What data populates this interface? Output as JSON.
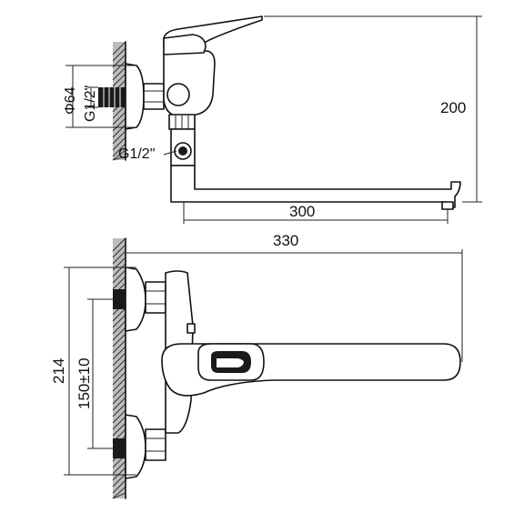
{
  "dimensions": {
    "height_total": "200",
    "spout_reach": "300",
    "overall_length": "330",
    "flange_diameter": "Φ64",
    "thread_top": "G1/2\"",
    "thread_side": "G1/2\"",
    "height_front": "214",
    "center_distance": "150±10"
  },
  "colors": {
    "line": "#111111",
    "wall_hatch": "#bdbdbd"
  }
}
